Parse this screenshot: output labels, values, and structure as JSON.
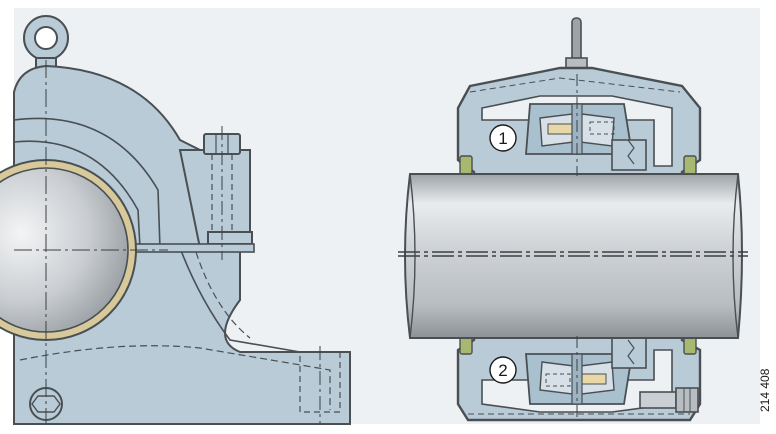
{
  "diagram": {
    "callouts": [
      {
        "label": "1"
      },
      {
        "label": "2"
      }
    ],
    "reference_number": "214 408"
  },
  "colors": {
    "housing": "#b8cbd6",
    "housing_dark": "#9db3c1",
    "outline": "#4a4f54",
    "shaft": "#d4d7da",
    "bore": "#c8ccd0",
    "bearing_ring": "#a9c0ce",
    "bearing_highlight": "#e8d8a8",
    "seal": "#a8b86e",
    "background_panel": "#eef1f3"
  }
}
